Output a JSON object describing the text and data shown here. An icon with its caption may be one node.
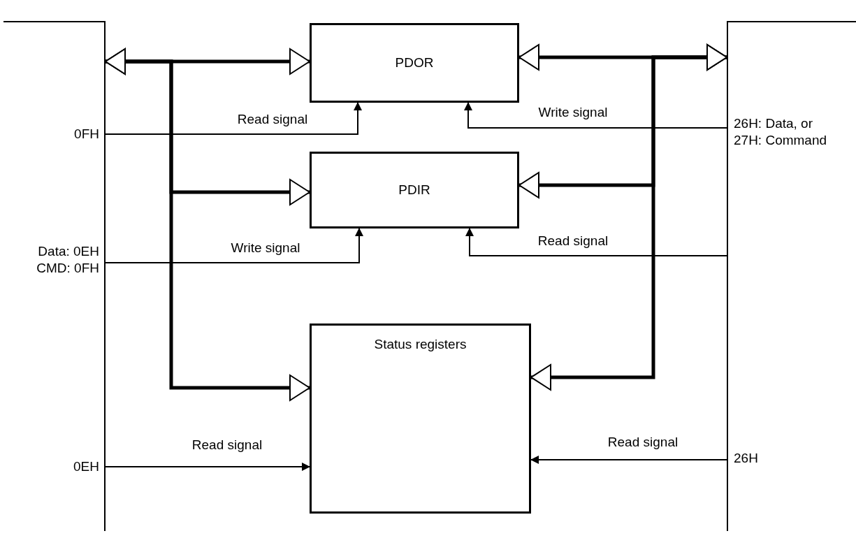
{
  "diagram": {
    "nodes": [
      {
        "text": [],
        "shape": "bar"
      },
      {
        "text": [
          "PDOR"
        ]
      },
      {
        "text": [
          "PDIR"
        ]
      },
      {
        "text": [
          "Status registers"
        ]
      },
      {
        "text": [],
        "shape": "bar"
      }
    ],
    "edges": [
      {
        "from": 0,
        "to": 1,
        "arrow": "both",
        "style": "thick"
      },
      {
        "from": 0,
        "to": 2,
        "arrow": "both",
        "style": "thick"
      },
      {
        "from": 0,
        "to": 3,
        "arrow": "both",
        "style": "thick"
      },
      {
        "from": 4,
        "to": 1,
        "arrow": "both",
        "style": "thick"
      },
      {
        "from": 4,
        "to": 2,
        "arrow": "both",
        "style": "thick"
      },
      {
        "from": 4,
        "to": 3,
        "arrow": "both",
        "style": "thick"
      },
      {
        "from": 0,
        "to": 1,
        "arrow": "to",
        "label": "Read signal"
      },
      {
        "from": 0,
        "to": 2,
        "arrow": "to",
        "label": "Write signal"
      },
      {
        "from": 0,
        "to": 3,
        "arrow": "to",
        "label": "Read signal"
      },
      {
        "from": 4,
        "to": 1,
        "arrow": "to",
        "label": "Write signal"
      },
      {
        "from": 4,
        "to": 2,
        "arrow": "to",
        "label": "Read signal"
      },
      {
        "from": 4,
        "to": 3,
        "arrow": "to",
        "label": "Read signal"
      }
    ],
    "labels": [
      "0FH",
      "26H: Data, or 27H: Command",
      "Data: 0EH CMD: 0FH",
      "0EH",
      "26H"
    ]
  }
}
